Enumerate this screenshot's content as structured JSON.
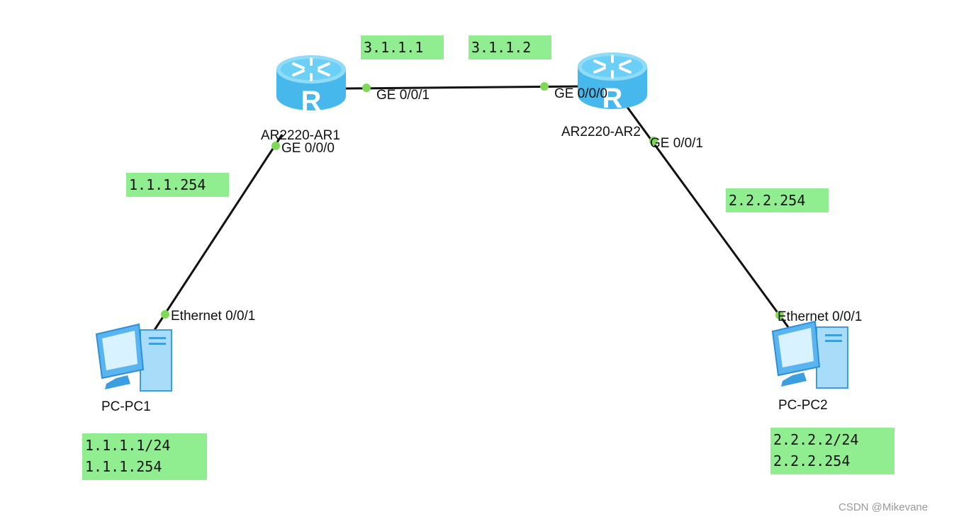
{
  "colors": {
    "link": "#111111",
    "port_indicator": "#7ed957",
    "note_background": "#90ee90",
    "router_body": "#4fc3f0",
    "pc_body": "#5ab4f0"
  },
  "devices": {
    "ar1": {
      "name": "AR2220-AR1",
      "icon": "router-icon"
    },
    "ar2": {
      "name": "AR2220-AR2",
      "icon": "router-icon"
    },
    "pc1": {
      "name": "PC-PC1",
      "icon": "pc-icon"
    },
    "pc2": {
      "name": "PC-PC2",
      "icon": "pc-icon"
    }
  },
  "ports": {
    "ar1_ge001": "GE 0/0/1",
    "ar1_ge000": "GE 0/0/0",
    "ar2_ge000": "GE 0/0/0",
    "ar2_ge001": "GE 0/0/1",
    "pc1_eth": "Ethernet 0/0/1",
    "pc2_eth": "Ethernet 0/0/1"
  },
  "notes": {
    "ar1_wan_ip": "3.1.1.1",
    "ar2_wan_ip": "3.1.1.2",
    "ar1_lan_ip": "1.1.1.254",
    "ar2_lan_ip": "2.2.2.254",
    "pc1_ip": "1.1.1.1/24",
    "pc1_gateway": "1.1.1.254",
    "pc2_ip": "2.2.2.2/24",
    "pc2_gateway": "2.2.2.254"
  },
  "watermark": "CSDN @Mikevane"
}
